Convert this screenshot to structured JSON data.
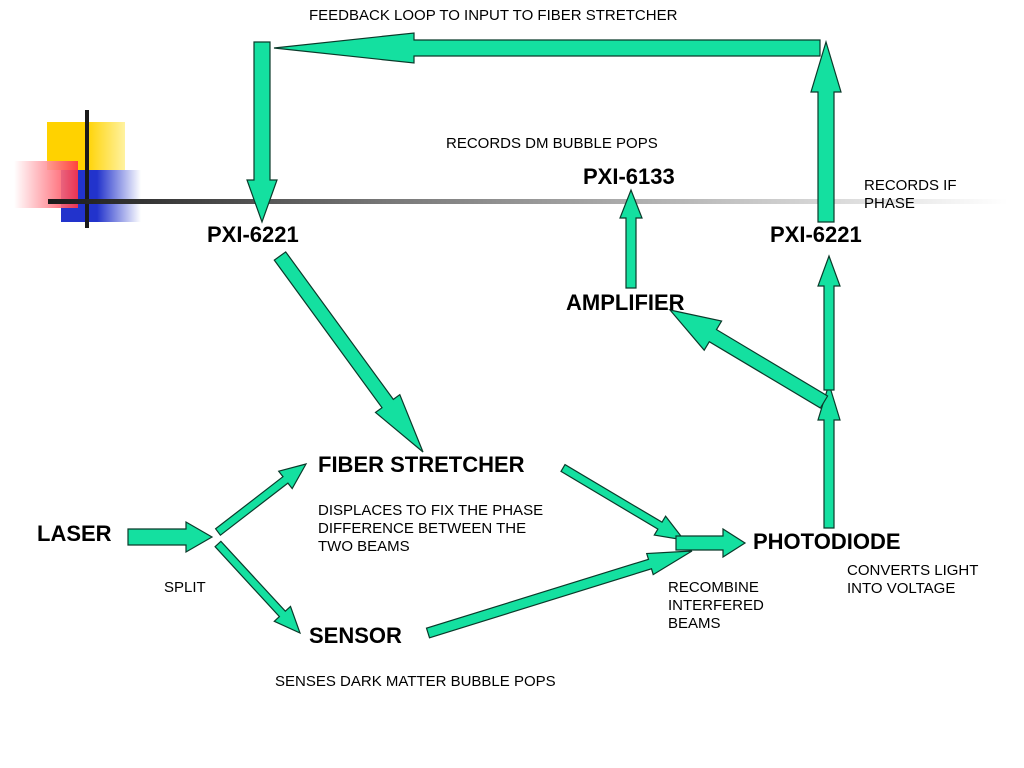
{
  "colors": {
    "arrow_fill": "#14E0A0",
    "arrow_stroke": "#0A3A2A",
    "logo_yellow": "#FFD200",
    "logo_blue": "#2233CC",
    "logo_red": "#FF3344",
    "logo_bar": "#1A1A1A"
  },
  "nodes": {
    "pxi_6221_left": "PXI-6221",
    "pxi_6133": "PXI-6133",
    "pxi_6221_right": "PXI-6221",
    "amplifier": "AMPLIFIER",
    "fiber_stretcher": "FIBER STRETCHER",
    "laser": "LASER",
    "photodiode": "PHOTODIODE",
    "sensor": "SENSOR"
  },
  "notes": {
    "feedback_loop": "FEEDBACK LOOP TO INPUT TO FIBER STRETCHER",
    "records_dm": "RECORDS DM BUBBLE POPS",
    "records_if": "RECORDS IF\nPHASE",
    "displaces": "DISPLACES TO FIX THE PHASE\nDIFFERENCE BETWEEN THE\nTWO BEAMS",
    "split": "SPLIT",
    "recombine": "RECOMBINE\nINTERFERED\nBEAMS",
    "converts": "CONVERTS LIGHT\n INTO VOLTAGE",
    "senses": "SENSES DARK MATTER BUBBLE POPS"
  },
  "connections": [
    {
      "from": "laser",
      "to": "split"
    },
    {
      "from": "split",
      "to": "fiber_stretcher"
    },
    {
      "from": "split",
      "to": "sensor"
    },
    {
      "from": "fiber_stretcher",
      "to": "photodiode"
    },
    {
      "from": "sensor",
      "to": "photodiode"
    },
    {
      "from": "photodiode",
      "to": "pxi_6221_right"
    },
    {
      "from": "photodiode",
      "to": "amplifier"
    },
    {
      "from": "amplifier",
      "to": "pxi_6133"
    },
    {
      "from": "pxi_6221_right",
      "to": "pxi_6221_left"
    },
    {
      "from": "pxi_6221_left",
      "to": "fiber_stretcher"
    }
  ]
}
